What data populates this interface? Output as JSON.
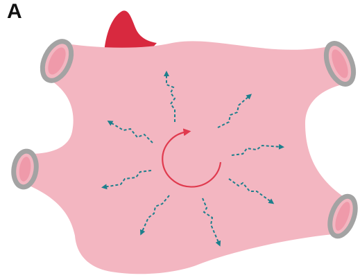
{
  "panel": {
    "label": "A"
  },
  "colors": {
    "background": "#ffffff",
    "chamber_fill": "#f3b6c1",
    "chamber_shadow": "#e59aaa",
    "vessel_rim": "#a3a3a3",
    "vessel_lumen": "#ef9aaa",
    "appendage": "#d8293f",
    "reentry_arrow": "#e03a4e",
    "wave_arrow": "#1d7f8c"
  },
  "icons": {
    "reentry": "circular-reentry-arrow-icon",
    "wave": "wavy-activation-arrow-icon",
    "appendage": "atrial-appendage",
    "vessel": "vein-opening"
  }
}
